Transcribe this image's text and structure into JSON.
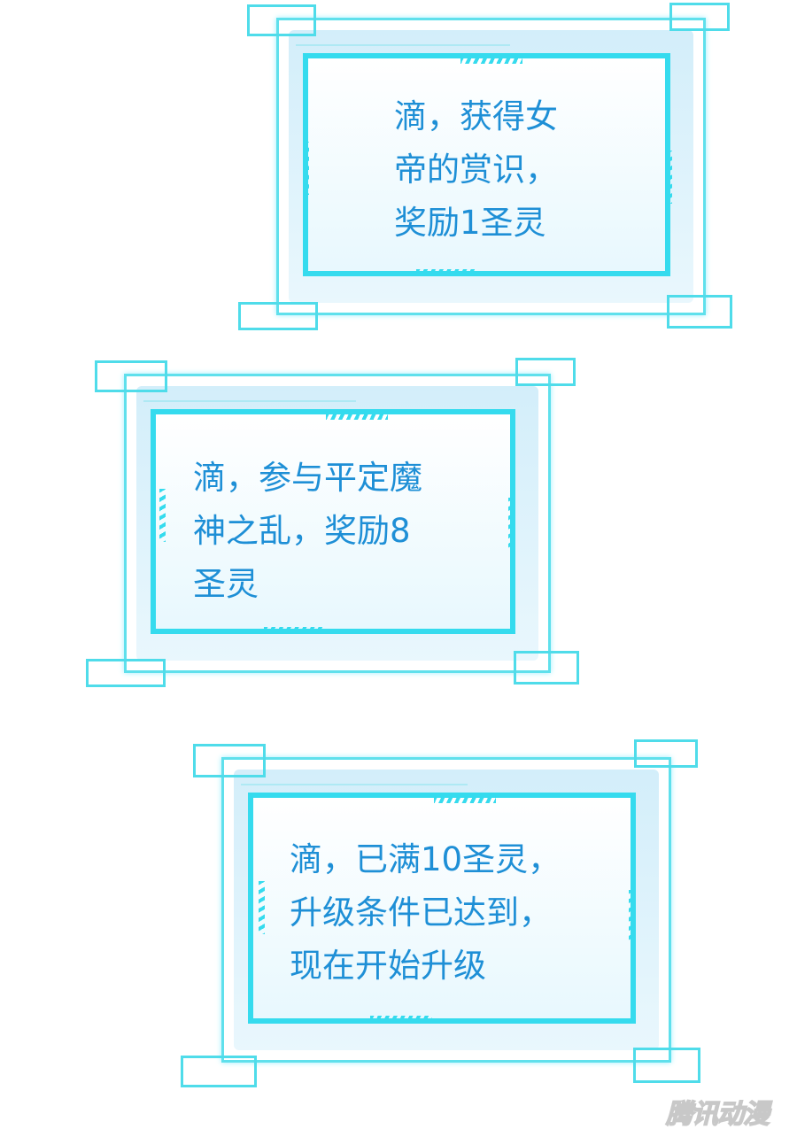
{
  "panels": [
    {
      "text": "滴，获得女\n帝的赏识，\n奖励1圣灵"
    },
    {
      "text": "滴，参与平定魔\n神之乱，奖励8\n圣灵"
    },
    {
      "text": "滴，已满10圣灵，\n升级条件已达到，\n现在开始升级"
    }
  ],
  "watermark": "腾讯动漫",
  "colors": {
    "frame": "#35dbee",
    "text": "#1e8fd6"
  }
}
